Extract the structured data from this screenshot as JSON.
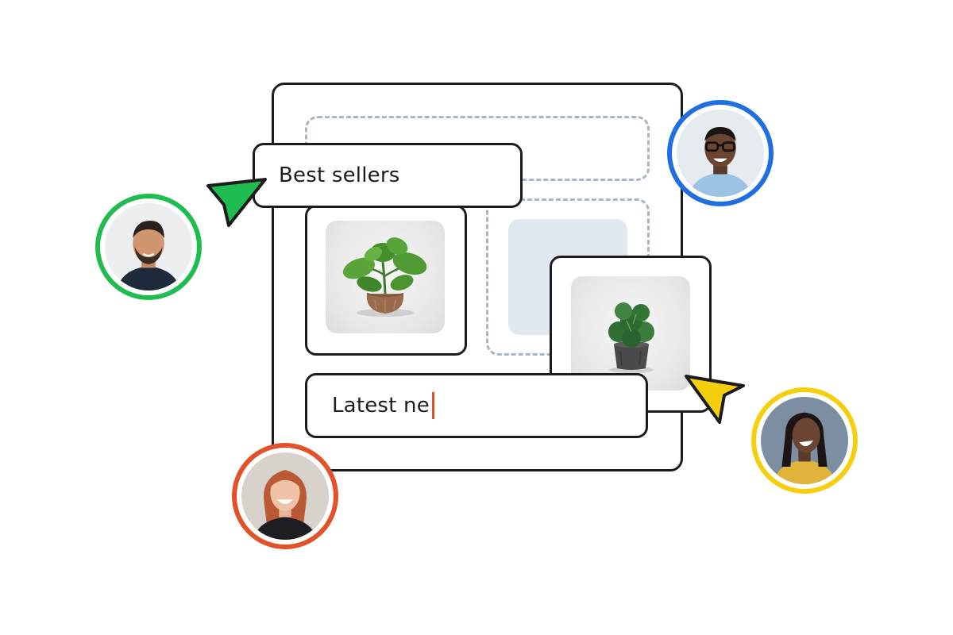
{
  "editor": {
    "heading_text": "Best sellers",
    "typing_text": "Latest ne"
  },
  "collaborators": [
    {
      "ring_color": "#1fbd4f"
    },
    {
      "ring_color": "#1f6fe0"
    },
    {
      "ring_color": "#e2522a"
    },
    {
      "ring_color": "#f5cf0c"
    }
  ],
  "cursors": [
    {
      "color": "#1fbd4f"
    },
    {
      "color": "#f5cf0c"
    }
  ],
  "icons": {
    "cursor_icon": "arrow-pointer",
    "plant_icon": "potted-plant",
    "avatar_icon": "person-portrait"
  },
  "colors": {
    "frame_border": "#1c1c1e",
    "dashed_border": "#a9b6c6",
    "placeholder_fill": "#e1e8f0",
    "caret": "#e0502c"
  }
}
